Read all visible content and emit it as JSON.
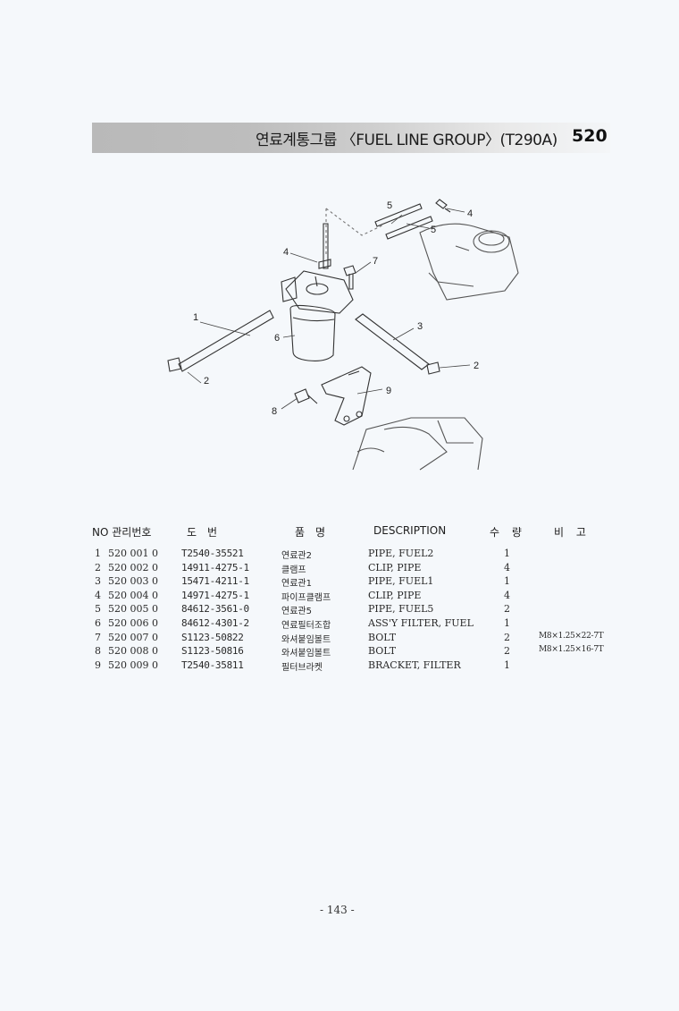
{
  "header": {
    "title": "연료계통그룹 〈FUEL LINE GROUP〉(T290A)",
    "group_number": "520"
  },
  "diagram": {
    "callouts": [
      "1",
      "2",
      "2",
      "3",
      "4",
      "4",
      "5",
      "5",
      "6",
      "7",
      "8",
      "9"
    ]
  },
  "table": {
    "columns": [
      "NO 관리번호",
      "도　번",
      "품　명",
      "DESCRIPTION",
      "수 량",
      "비 고"
    ],
    "rows": [
      {
        "no": "1",
        "group": "520  001  0",
        "part_no": "T2540-35521",
        "name_kr": "연료관2",
        "description": "PIPE, FUEL2",
        "qty": "1",
        "remarks": ""
      },
      {
        "no": "2",
        "group": "520  002  0",
        "part_no": "14911-4275-1",
        "name_kr": "클램프",
        "description": "CLIP, PIPE",
        "qty": "4",
        "remarks": ""
      },
      {
        "no": "3",
        "group": "520  003  0",
        "part_no": "15471-4211-1",
        "name_kr": "연료관1",
        "description": "PIPE, FUEL1",
        "qty": "1",
        "remarks": ""
      },
      {
        "no": "4",
        "group": "520  004  0",
        "part_no": "14971-4275-1",
        "name_kr": "파이프클램프",
        "description": "CLIP, PIPE",
        "qty": "4",
        "remarks": ""
      },
      {
        "no": "5",
        "group": "520  005  0",
        "part_no": "84612-3561-0",
        "name_kr": "연료관5",
        "description": "PIPE, FUEL5",
        "qty": "2",
        "remarks": ""
      },
      {
        "no": "6",
        "group": "520  006  0",
        "part_no": "84612-4301-2",
        "name_kr": "연료필터조합",
        "description": "ASS'Y FILTER, FUEL",
        "qty": "1",
        "remarks": ""
      },
      {
        "no": "7",
        "group": "520  007  0",
        "part_no": "S1123-50822",
        "name_kr": "와셔붙임볼트",
        "description": "BOLT",
        "qty": "2",
        "remarks": "M8×1.25×22-7T"
      },
      {
        "no": "8",
        "group": "520  008  0",
        "part_no": "S1123-50816",
        "name_kr": "와셔붙임볼트",
        "description": "BOLT",
        "qty": "2",
        "remarks": "M8×1.25×16-7T"
      },
      {
        "no": "9",
        "group": "520  009  0",
        "part_no": "T2540-35811",
        "name_kr": "필터브라켓",
        "description": "BRACKET, FILTER",
        "qty": "1",
        "remarks": ""
      }
    ]
  },
  "footer": {
    "page": "- 143 -"
  }
}
